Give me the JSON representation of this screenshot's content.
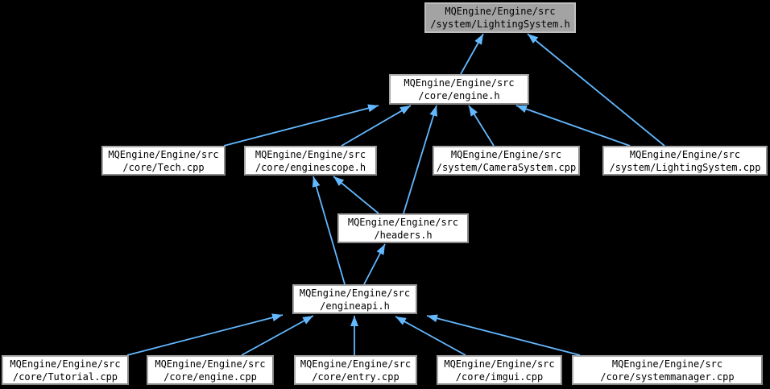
{
  "diagram": {
    "type": "include-dependency-graph",
    "highlighted_node": "MQEngine/Engine/src/system/LightingSystem.h"
  },
  "colors": {
    "background": "#000000",
    "edge": "#63b8ff",
    "node_fill": "#ffffff",
    "node_border": "#9d9d9d",
    "highlight_fill": "#a3a3a3",
    "text": "#000000"
  },
  "nodes": {
    "lightingsystem_h": {
      "line1": "MQEngine/Engine/src",
      "line2": "/system/LightingSystem.h"
    },
    "engine_h": {
      "line1": "MQEngine/Engine/src",
      "line2": "/core/engine.h"
    },
    "tech_cpp": {
      "line1": "MQEngine/Engine/src",
      "line2": "/core/Tech.cpp"
    },
    "enginescope_h": {
      "line1": "MQEngine/Engine/src",
      "line2": "/core/enginescope.h"
    },
    "camerasystem_cpp": {
      "line1": "MQEngine/Engine/src",
      "line2": "/system/CameraSystem.cpp"
    },
    "lightingsystem_cpp": {
      "line1": "MQEngine/Engine/src",
      "line2": "/system/LightingSystem.cpp"
    },
    "headers_h": {
      "line1": "MQEngine/Engine/src",
      "line2": "/headers.h"
    },
    "engineapi_h": {
      "line1": "MQEngine/Engine/src",
      "line2": "/engineapi.h"
    },
    "tutorial_cpp": {
      "line1": "MQEngine/Engine/src",
      "line2": "/core/Tutorial.cpp"
    },
    "engine_cpp": {
      "line1": "MQEngine/Engine/src",
      "line2": "/core/engine.cpp"
    },
    "entry_cpp": {
      "line1": "MQEngine/Engine/src",
      "line2": "/core/entry.cpp"
    },
    "imgui_cpp": {
      "line1": "MQEngine/Engine/src",
      "line2": "/core/imgui.cpp"
    },
    "systemmanager_cpp": {
      "line1": "MQEngine/Engine/src",
      "line2": "/core/systemmanager.cpp"
    }
  },
  "edges": [
    {
      "from": "engine_h",
      "to": "lightingsystem_h"
    },
    {
      "from": "lightingsystem_cpp",
      "to": "lightingsystem_h"
    },
    {
      "from": "tech_cpp",
      "to": "engine_h"
    },
    {
      "from": "enginescope_h",
      "to": "engine_h"
    },
    {
      "from": "headers_h",
      "to": "engine_h"
    },
    {
      "from": "camerasystem_cpp",
      "to": "engine_h"
    },
    {
      "from": "lightingsystem_cpp",
      "to": "engine_h"
    },
    {
      "from": "engineapi_h",
      "to": "enginescope_h"
    },
    {
      "from": "headers_h",
      "to": "enginescope_h"
    },
    {
      "from": "engineapi_h",
      "to": "headers_h"
    },
    {
      "from": "tutorial_cpp",
      "to": "engineapi_h"
    },
    {
      "from": "engine_cpp",
      "to": "engineapi_h"
    },
    {
      "from": "entry_cpp",
      "to": "engineapi_h"
    },
    {
      "from": "imgui_cpp",
      "to": "engineapi_h"
    },
    {
      "from": "systemmanager_cpp",
      "to": "engineapi_h"
    }
  ]
}
